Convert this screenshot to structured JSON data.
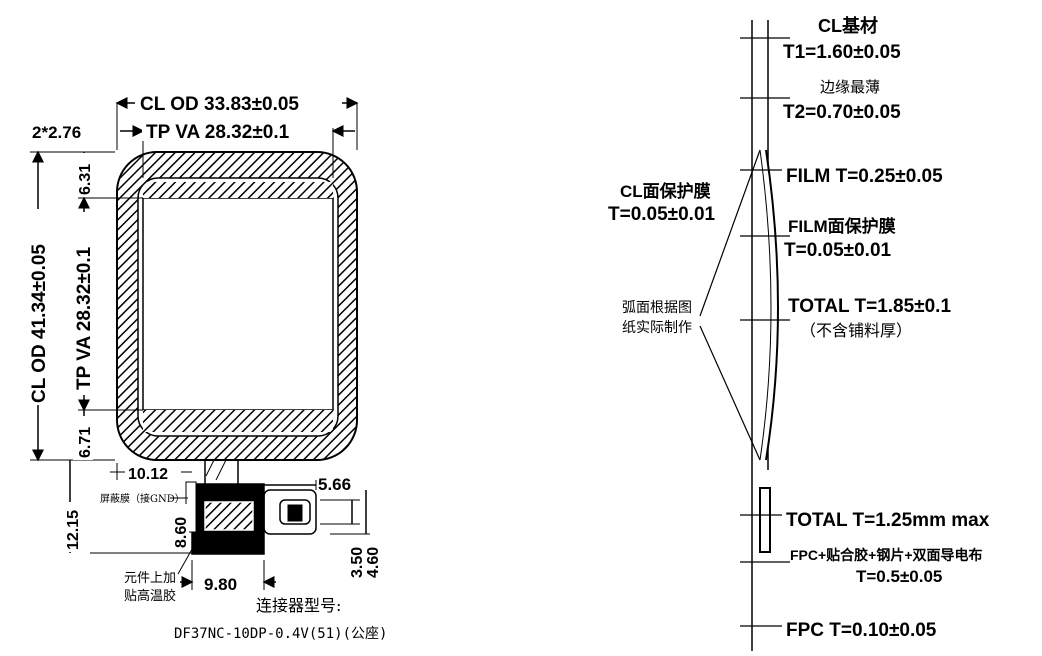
{
  "front_view": {
    "cl_od_width": "CL OD 33.83±0.05",
    "tp_va_width": "TP VA 28.32±0.1",
    "border_left": "2*2.76",
    "border_top": "6.31",
    "cl_od_height": "CL OD 41.34±0.05",
    "tp_va_height": "TP VA 28.32±0.1",
    "border_bottom": "6.71",
    "fpc_offset": "10.12",
    "fpc_length": "12.15",
    "shield_label": "屏蔽膜（接GND）",
    "stiffener_height": "8.60",
    "component_note_line1": "元件上加",
    "component_note_line2": "贴高温胶",
    "stiffener_width": "9.80",
    "connector_width": "5.66",
    "connector_dim1": "3.50",
    "connector_dim2": "4.60",
    "connector_label": "连接器型号:",
    "connector_model": "DF37NC-10DP-0.4V(51)(公座)"
  },
  "side_view": {
    "cl_base_label": "CL基材",
    "t1": "T1=1.60±0.05",
    "edge_thinnest": "边缘最薄",
    "t2": "T2=0.70±0.05",
    "film": "FILM T=0.25±0.05",
    "cl_protect_label": "CL面保护膜",
    "cl_protect_t": "T=0.05±0.01",
    "film_protect_label": "FILM面保护膜",
    "film_protect_t": "T=0.05±0.01",
    "arc_note_line1": "弧面根据图",
    "arc_note_line2": "纸实际制作",
    "total": "TOTAL T=1.85±0.1",
    "total_note": "（不含铺料厚）",
    "total_fpc": "TOTAL T=1.25mm max",
    "fpc_stack_label": "FPC+贴合胶+钢片+双面导电布",
    "fpc_stack_t": "T=0.5±0.05",
    "fpc_t": "FPC T=0.10±0.05"
  }
}
